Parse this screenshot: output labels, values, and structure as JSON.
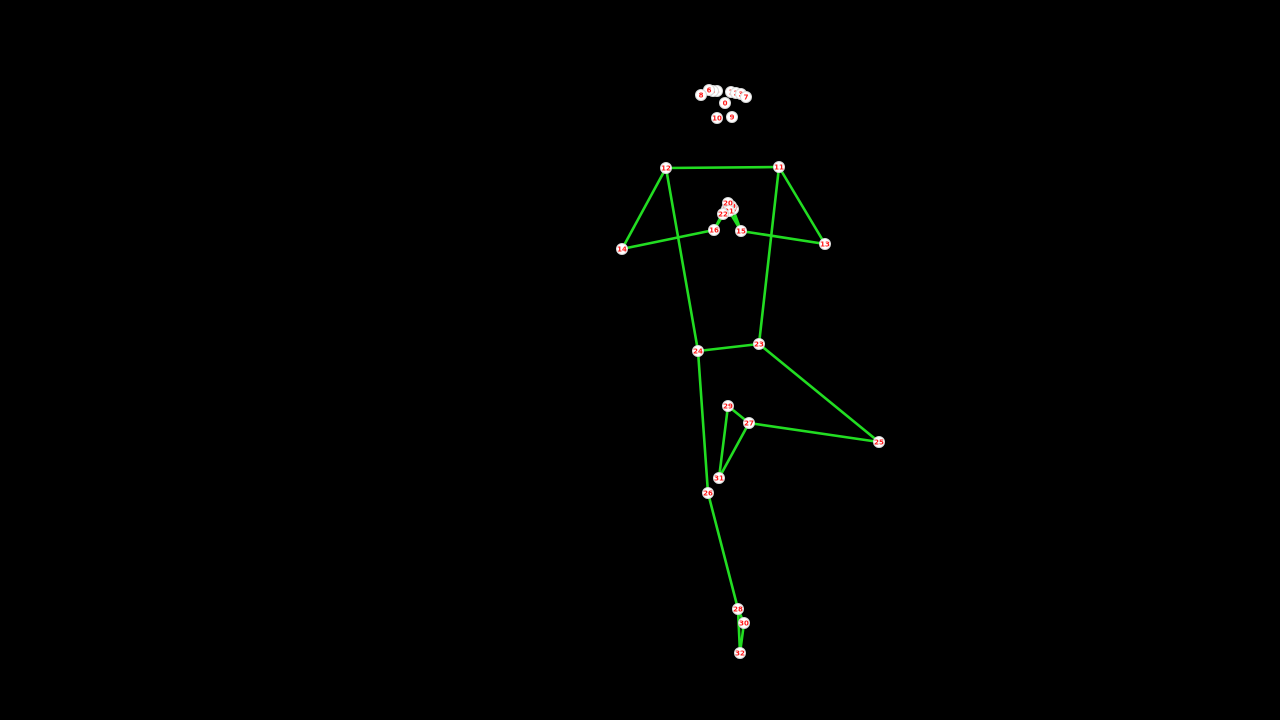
{
  "colors": {
    "background": "#000000",
    "bone": "#22dd22",
    "keypoint_fill": "#ffffff",
    "keypoint_label": "#ff1a1a"
  },
  "keypoints": [
    {
      "id": 0,
      "label": "0"
    },
    {
      "id": 1,
      "label": "1"
    },
    {
      "id": 2,
      "label": "2"
    },
    {
      "id": 3,
      "label": "3"
    },
    {
      "id": 4,
      "label": "4"
    },
    {
      "id": 5,
      "label": "5"
    },
    {
      "id": 6,
      "label": "6"
    },
    {
      "id": 7,
      "label": "7"
    },
    {
      "id": 8,
      "label": "8"
    },
    {
      "id": 9,
      "label": "9"
    },
    {
      "id": 10,
      "label": "10"
    },
    {
      "id": 11,
      "label": "11"
    },
    {
      "id": 12,
      "label": "12"
    },
    {
      "id": 13,
      "label": "13"
    },
    {
      "id": 14,
      "label": "14"
    },
    {
      "id": 15,
      "label": "15"
    },
    {
      "id": 16,
      "label": "16"
    },
    {
      "id": 17,
      "label": "17"
    },
    {
      "id": 18,
      "label": "18"
    },
    {
      "id": 19,
      "label": "19"
    },
    {
      "id": 20,
      "label": "20"
    },
    {
      "id": 21,
      "label": "21"
    },
    {
      "id": 22,
      "label": "22"
    },
    {
      "id": 23,
      "label": "23"
    },
    {
      "id": 24,
      "label": "24"
    },
    {
      "id": 25,
      "label": "25"
    },
    {
      "id": 26,
      "label": "26"
    },
    {
      "id": 27,
      "label": "27"
    },
    {
      "id": 28,
      "label": "28"
    },
    {
      "id": 29,
      "label": "29"
    },
    {
      "id": 30,
      "label": "30"
    },
    {
      "id": 31,
      "label": "31"
    },
    {
      "id": 32,
      "label": "32"
    }
  ],
  "connections": [
    [
      11,
      12
    ],
    [
      11,
      13
    ],
    [
      13,
      15
    ],
    [
      12,
      14
    ],
    [
      14,
      16
    ],
    [
      15,
      17
    ],
    [
      15,
      19
    ],
    [
      15,
      21
    ],
    [
      17,
      19
    ],
    [
      16,
      18
    ],
    [
      16,
      20
    ],
    [
      16,
      22
    ],
    [
      18,
      20
    ],
    [
      11,
      23
    ],
    [
      12,
      24
    ],
    [
      23,
      24
    ],
    [
      23,
      25
    ],
    [
      25,
      27
    ],
    [
      27,
      29
    ],
    [
      27,
      31
    ],
    [
      29,
      31
    ],
    [
      24,
      26
    ],
    [
      26,
      28
    ],
    [
      28,
      30
    ],
    [
      28,
      32
    ],
    [
      30,
      32
    ]
  ]
}
